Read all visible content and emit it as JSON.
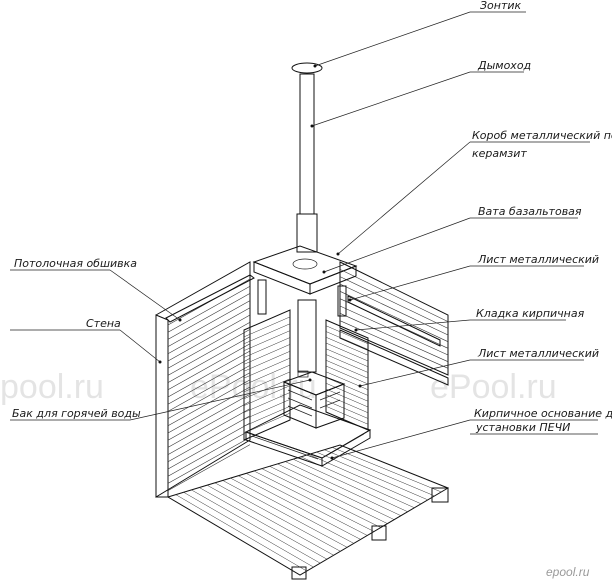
{
  "labels": {
    "umbrella": "Зонтик",
    "chimney": "Дымоход",
    "box_line1": "Короб металлический под",
    "box_line2": "керамзит",
    "wool": "Вата базальтовая",
    "ceiling": "Потолочная обшивка",
    "sheet_top": "Лист металлический",
    "wall": "Стена",
    "brickwork": "Кладка кирпичная",
    "sheet_bottom": "Лист металлический",
    "tank": "Бак для горячей воды",
    "base_line1": "Кирпичное основание для",
    "base_line2": "установки ПЕЧИ"
  },
  "watermarks": {
    "left": "pool.ru",
    "center": "ePool.ru",
    "right": "ePool.ru"
  },
  "logo": "epool.ru"
}
